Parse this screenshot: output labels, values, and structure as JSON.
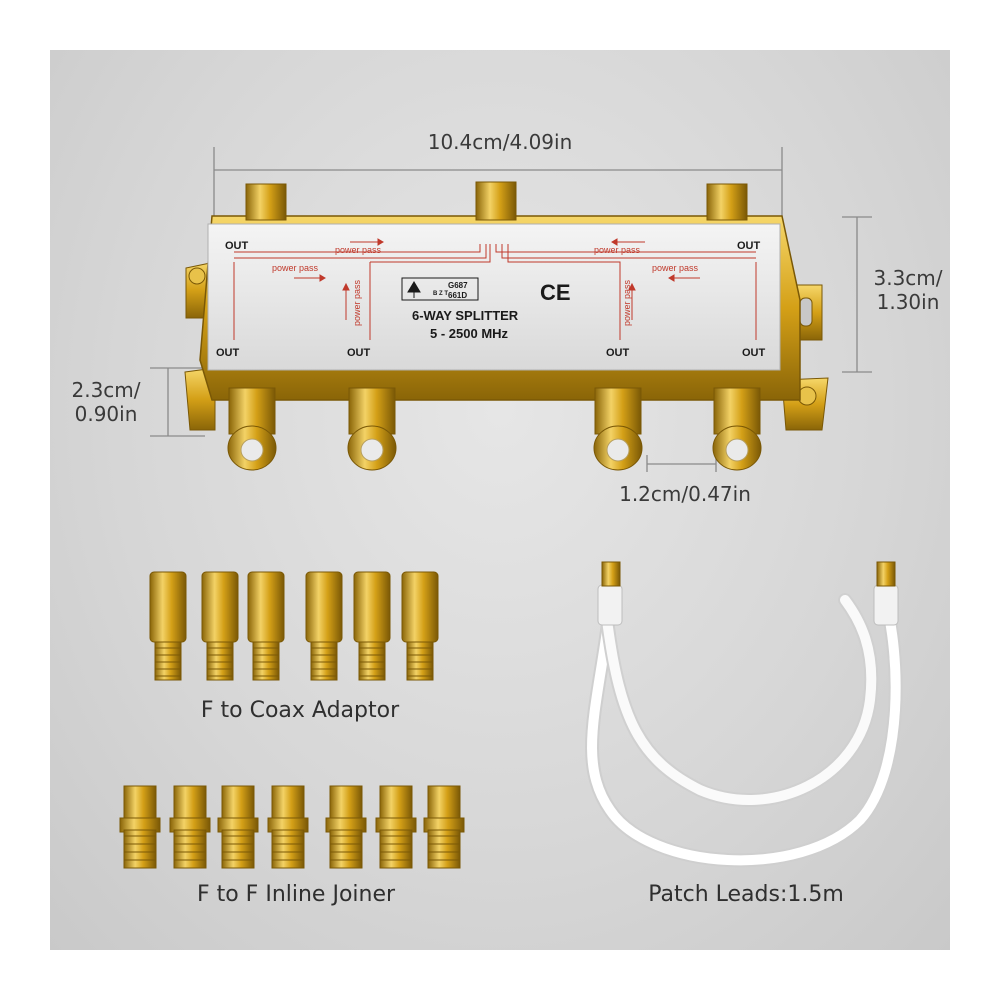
{
  "dimensions": {
    "width": "10.4cm/4.09in",
    "height_line1": "3.3cm/",
    "height_line2": "1.30in",
    "depth_line1": "2.3cm/",
    "depth_line2": "0.90in",
    "spacing": "1.2cm/0.47in"
  },
  "splitter": {
    "title": "6-WAY SPLITTER",
    "freq": "5 - 2500 MHz",
    "out_label": "OUT",
    "power_pass": "power pass",
    "cert_line1": "G687",
    "cert_line2": "661D",
    "cert_letters": "B Z T",
    "ce": "CE"
  },
  "captions": {
    "adaptor": "F to Coax Adaptor",
    "joiner": "F to F Inline Joiner",
    "patch": "Patch Leads:1.5m"
  },
  "colors": {
    "gold": "#d4a017",
    "gold_dark": "#8a6508",
    "plate": "#e9e9e9",
    "background": "#d9d9d9",
    "trace_red": "#c0392b"
  }
}
